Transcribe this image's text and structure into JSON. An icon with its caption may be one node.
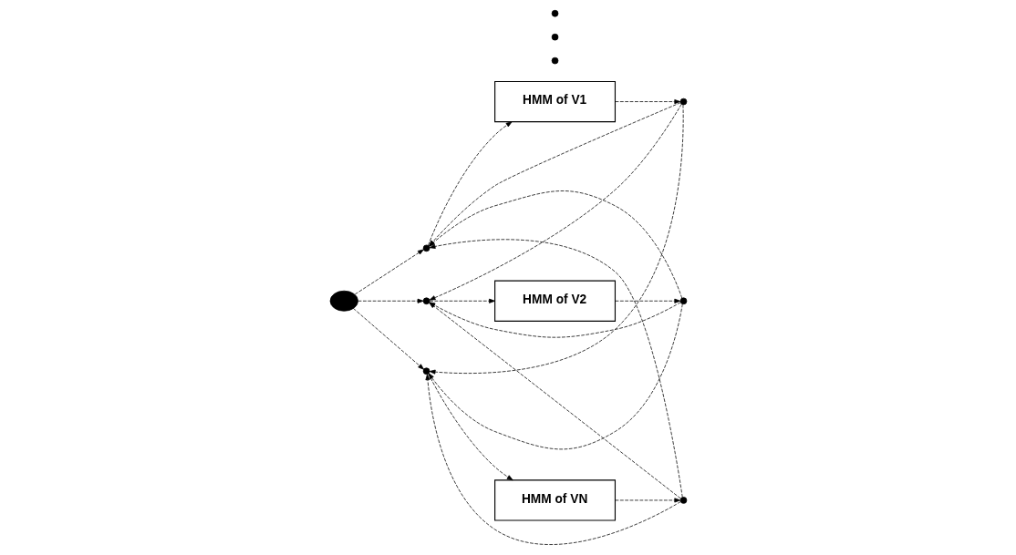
{
  "diagram": {
    "nodes": [
      {
        "text": [],
        "shape": "circle"
      },
      {
        "text": [],
        "shape": "circle"
      },
      {
        "text": [
          "HMM of V1"
        ]
      },
      {
        "text": [],
        "shape": "circle"
      },
      {
        "text": [],
        "shape": "circle"
      },
      {
        "text": [
          "HMM of V2"
        ]
      },
      {
        "text": [],
        "shape": "circle"
      },
      {
        "text": [],
        "shape": "circle"
      },
      {
        "text": [],
        "shape": "circle"
      },
      {
        "text": [],
        "shape": "circle"
      },
      {
        "text": [],
        "shape": "circle"
      },
      {
        "text": [
          "HMM of VN"
        ]
      },
      {
        "text": [],
        "shape": "circle"
      }
    ],
    "edges": [
      {
        "from": 0,
        "to": 1,
        "arrow": "to",
        "style": "dashed"
      },
      {
        "from": 0,
        "to": 4,
        "arrow": "to",
        "style": "dashed"
      },
      {
        "from": 0,
        "to": 10,
        "arrow": "to",
        "style": "dashed"
      },
      {
        "from": 1,
        "to": 2,
        "arrow": "to",
        "style": "dashed"
      },
      {
        "from": 2,
        "to": 3,
        "arrow": "to",
        "style": "dashed"
      },
      {
        "from": 4,
        "to": 5,
        "arrow": "to",
        "style": "dashed"
      },
      {
        "from": 5,
        "to": 6,
        "arrow": "to",
        "style": "dashed"
      },
      {
        "from": 10,
        "to": 11,
        "arrow": "to",
        "style": "dashed"
      },
      {
        "from": 11,
        "to": 12,
        "arrow": "to",
        "style": "dashed"
      },
      {
        "from": 3,
        "to": 1,
        "arrow": "to",
        "style": "dashed"
      },
      {
        "from": 3,
        "to": 4,
        "arrow": "to",
        "style": "dashed"
      },
      {
        "from": 3,
        "to": 10,
        "arrow": "to",
        "style": "dashed"
      },
      {
        "from": 6,
        "to": 4,
        "arrow": "to",
        "style": "dashed"
      },
      {
        "from": 6,
        "to": 1,
        "arrow": "to",
        "style": "dashed"
      },
      {
        "from": 6,
        "to": 10,
        "arrow": "to",
        "style": "dashed"
      },
      {
        "from": 12,
        "to": 10,
        "arrow": "to",
        "style": "dashed"
      },
      {
        "from": 12,
        "to": 4,
        "arrow": "to",
        "style": "dashed"
      },
      {
        "from": 12,
        "to": 1,
        "arrow": "to",
        "style": "dashed"
      }
    ]
  }
}
